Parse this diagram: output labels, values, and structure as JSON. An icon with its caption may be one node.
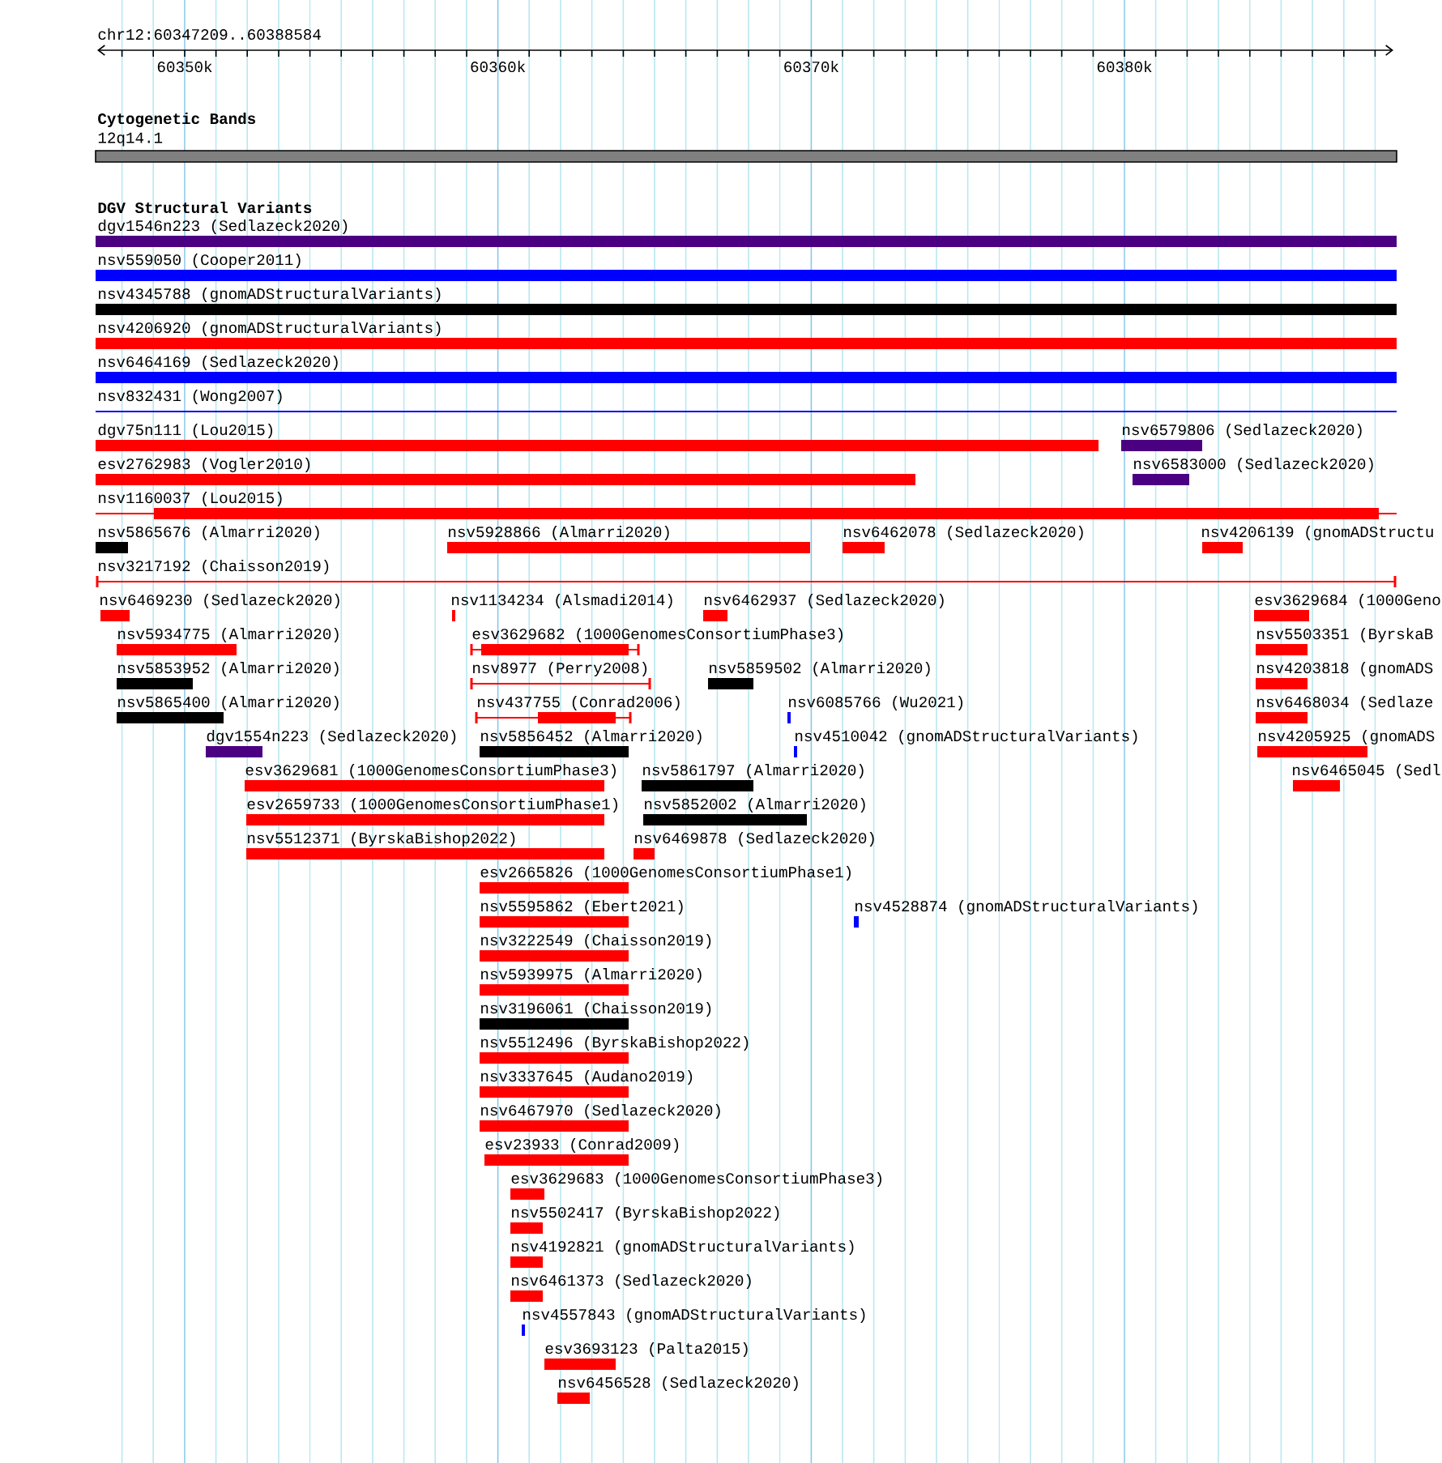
{
  "diagram": {
    "labels": [
      "chr12:60347209..60388584",
      "60350k",
      "60360k",
      "60370k",
      "60380k",
      "Cytogenetic Bands",
      "12q14.1",
      "DGV Structural Variants",
      "dgv1546n223 (Sedlazeck2020)",
      "nsv559050 (Cooper2011)",
      "nsv4345788 (gnomADStructuralVariants)",
      "nsv4206920 (gnomADStructuralVariants)",
      "nsv6464169 (Sedlazeck2020)",
      "nsv832431 (Wong2007)",
      "dgv75n111 (Lou2015)",
      "nsv6579806 (Sedlazeck2020)",
      "esv2762983 (Vogler2010)",
      "nsv6583000 (Sedlazeck2020)",
      "nsv1160037 (Lou2015)",
      "nsv5865676 (Almarri2020)",
      "nsv5928866 (Almarri2020)",
      "nsv6462078 (Sedlazeck2020)",
      "nsv4206139 (gnomADStructu",
      "nsv3217192 (Chaisson2019)",
      "nsv6469230 (Sedlazeck2020)",
      "nsv1134234 (Alsmadi2014)",
      "nsv6462937 (Sedlazeck2020)",
      "esv3629684 (1000Geno",
      "nsv5934775 (Almarri2020)",
      "esv3629682 (1000GenomesConsortiumPhase3)",
      "nsv5503351 (ByrskaB",
      "nsv5853952 (Almarri2020)",
      "nsv8977 (Perry2008)",
      "nsv5859502 (Almarri2020)",
      "nsv4203818 (gnomADS",
      "nsv5865400 (Almarri2020)",
      "nsv437755 (Conrad2006)",
      "nsv6085766 (Wu2021)",
      "nsv6468034 (Sedlaze",
      "dgv1554n223 (Sedlazeck2020)",
      "nsv5856452 (Almarri2020)",
      "nsv4510042 (gnomADStructuralVariants)",
      "nsv4205925 (gnomADS",
      "esv3629681 (1000GenomesConsortiumPhase3)",
      "nsv5861797 (Almarri2020)",
      "nsv6465045 (Sedl",
      "esv2659733 (1000GenomesConsortiumPhase1)",
      "nsv5852002 (Almarri2020)",
      "nsv5512371 (ByrskaBishop2022)",
      "nsv6469878 (Sedlazeck2020)",
      "esv2665826 (1000GenomesConsortiumPhase1)",
      "nsv5595862 (Ebert2021)",
      "nsv4528874 (gnomADStructuralVariants)",
      "nsv3222549 (Chaisson2019)",
      "nsv5939975 (Almarri2020)",
      "nsv3196061 (Chaisson2019)",
      "nsv5512496 (ByrskaBishop2022)",
      "nsv3337645 (Audano2019)",
      "nsv6467970 (Sedlazeck2020)",
      "esv23933 (Conrad2009)",
      "esv3629683 (1000GenomesConsortiumPhase3)",
      "nsv5502417 (ByrskaBishop2022)",
      "nsv4192821 (gnomADStructuralVariants)",
      "nsv6461373 (Sedlazeck2020)",
      "nsv4557843 (gnomADStructuralVariants)",
      "esv3693123 (Palta2015)",
      "nsv6456528 (Sedlazeck2020)"
    ]
  }
}
